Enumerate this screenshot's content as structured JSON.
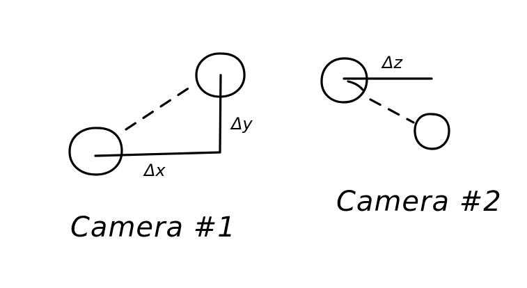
{
  "diagram": {
    "panels": [
      {
        "caption": "Camera #1",
        "delta_labels": {
          "x": "Δx",
          "y": "Δy"
        }
      },
      {
        "caption": "Camera #2",
        "delta_labels": {
          "z": "Δz"
        }
      }
    ],
    "colors": {
      "ink": "#000000",
      "background": "#ffffff"
    }
  }
}
